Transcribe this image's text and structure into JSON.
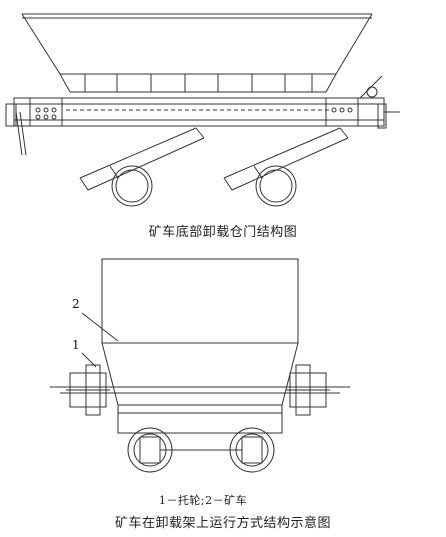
{
  "figure1": {
    "caption": "矿车底部卸载仓门结构图"
  },
  "figure2": {
    "caption": "矿车在卸载架上运行方式结构示意图",
    "legend": "1－托轮;2－矿车",
    "labels": {
      "part1": "1",
      "part2": "2"
    }
  }
}
